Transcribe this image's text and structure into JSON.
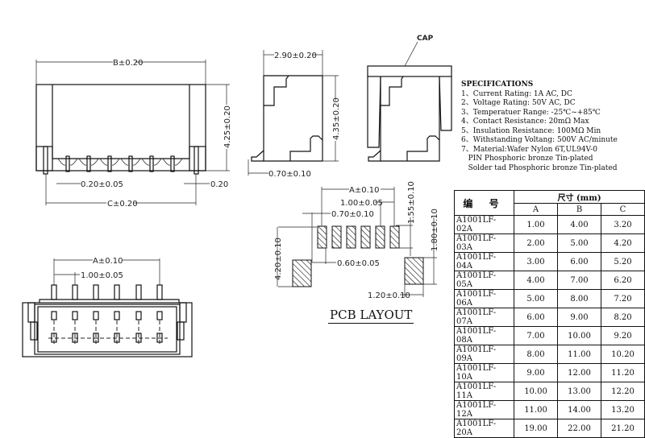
{
  "dimensions": {
    "front_width": "B±0.20",
    "front_height": "4.25±0.20",
    "pin_width": "0.20±0.05",
    "post_width": "0.20",
    "post_span": "C±0.20",
    "side_width": "2.90±0.20",
    "side_height": "4.35±0.20",
    "side_foot": "0.70±0.10",
    "cap_label": "CAP",
    "pcb_span": "A±0.10",
    "pcb_pitch": "1.00±0.05",
    "pcb_offset": "0.70±0.10",
    "pcb_pad_width": "0.60±0.05",
    "pcb_pad_height": "1.55±0.10",
    "pcb_mount_height": "4.20±0.10",
    "pcb_mount_pad_height": "1.80±0.10",
    "pcb_mount_pad_width": "1.20±0.10",
    "top_span": "A±0.10",
    "top_pitch": "1.00±0.05"
  },
  "pcb_layout_title": "PCB LAYOUT",
  "specifications": {
    "title": "SPECIFICATIONS",
    "items": [
      "1、Current Rating: 1A AC, DC",
      "2、Voltage Rating: 50V AC, DC",
      "3、Temperatuer Range: -25℃~+85℃",
      "4、Contact Resistance: 20mΩ Max",
      "5、Insulation Resistance: 100MΩ Min",
      "6、Withstanding Voltang: 500V AC/minute",
      "7、Material:Wafer Nylon 6T,UL94V-0",
      "   PIN Phosphoric bronze Tin-plated",
      "   Solder tad Phosphoric bronze Tin-plated"
    ]
  },
  "table": {
    "header_code": "编  号",
    "header_size": "尺寸 (mm)",
    "columns": [
      "A",
      "B",
      "C"
    ],
    "rows": [
      [
        "A1001LF-02A",
        "1.00",
        "4.00",
        "3.20"
      ],
      [
        "A1001LF-03A",
        "2.00",
        "5.00",
        "4.20"
      ],
      [
        "A1001LF-04A",
        "3.00",
        "6.00",
        "5.20"
      ],
      [
        "A1001LF-05A",
        "4.00",
        "7.00",
        "6.20"
      ],
      [
        "A1001LF-06A",
        "5.00",
        "8.00",
        "7.20"
      ],
      [
        "A1001LF-07A",
        "6.00",
        "9.00",
        "8.20"
      ],
      [
        "A1001LF-08A",
        "7.00",
        "10.00",
        "9.20"
      ],
      [
        "A1001LF-09A",
        "8.00",
        "11.00",
        "10.20"
      ],
      [
        "A1001LF-10A",
        "9.00",
        "12.00",
        "11.20"
      ],
      [
        "A1001LF-11A",
        "10.00",
        "13.00",
        "12.20"
      ],
      [
        "A1001LF-12A",
        "11.00",
        "14.00",
        "13.20"
      ],
      [
        "A1001LF-20A",
        "19.00",
        "22.00",
        "21.20"
      ]
    ]
  }
}
